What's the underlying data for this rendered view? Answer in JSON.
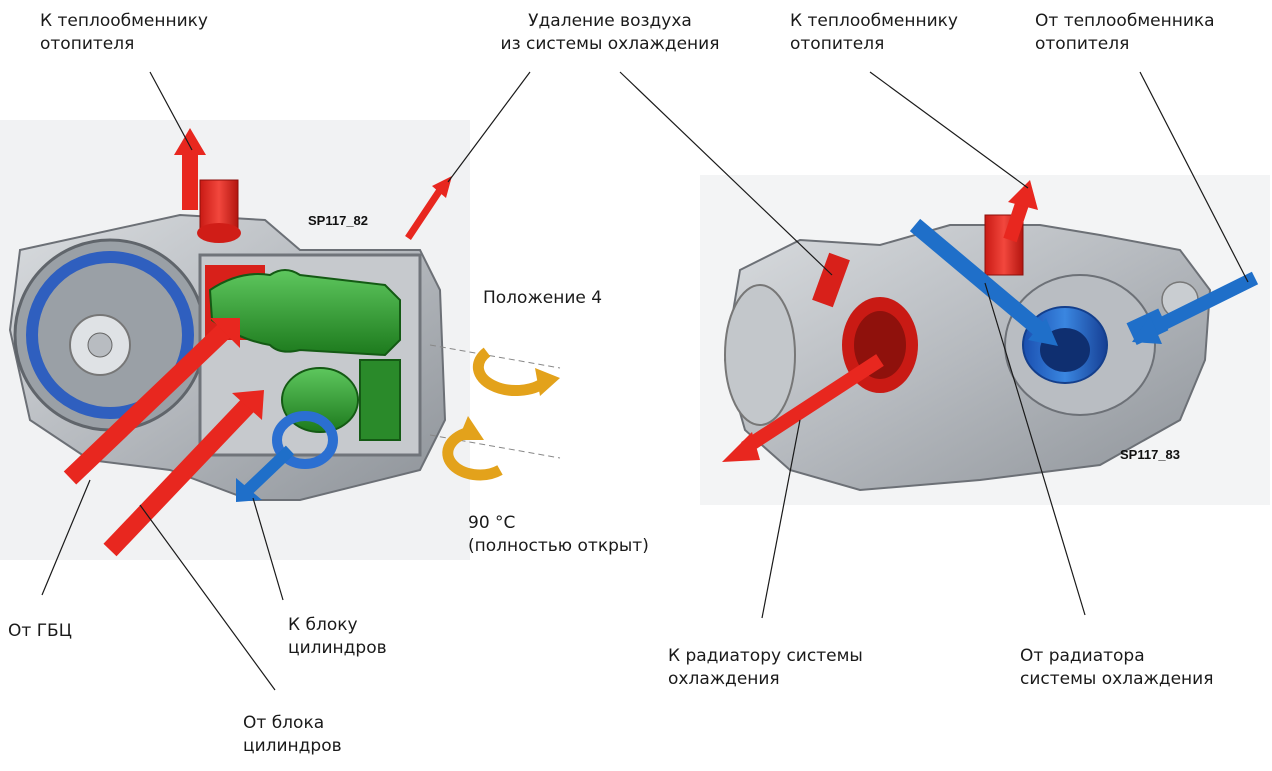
{
  "left_figure": {
    "code": "SP117_82",
    "labels": {
      "to_heater_line1": "К теплообменнику",
      "to_heater_line2": "отопителя",
      "air_line1": "Удаление воздуха",
      "air_line2": "из системы охлаждения",
      "position": "Положение 4",
      "temp_line1": "90 °C",
      "temp_line2": "(полностью открыт)",
      "from_head": "От ГБЦ",
      "to_block_line1": "К блоку",
      "to_block_line2": "цилиндров",
      "from_block_line1": "От блока",
      "from_block_line2": "цилиндров"
    }
  },
  "right_figure": {
    "code": "SP117_83",
    "labels": {
      "to_heater_line1": "К теплообменнику",
      "to_heater_line2": "отопителя",
      "from_heater_line1": "От теплообменника",
      "from_heater_line2": "отопителя",
      "to_radiator_line1": "К радиатору системы",
      "to_radiator_line2": "охлаждения",
      "from_radiator_line1": "От радиатора",
      "from_radiator_line2": "системы охлаждения"
    }
  },
  "colors": {
    "hot_flow": "#e8271f",
    "cold_flow": "#1f6fc9",
    "rotary_valve": "#2e9a2e",
    "rotation_arrow": "#e3a21b",
    "housing": "#a9adb3"
  }
}
